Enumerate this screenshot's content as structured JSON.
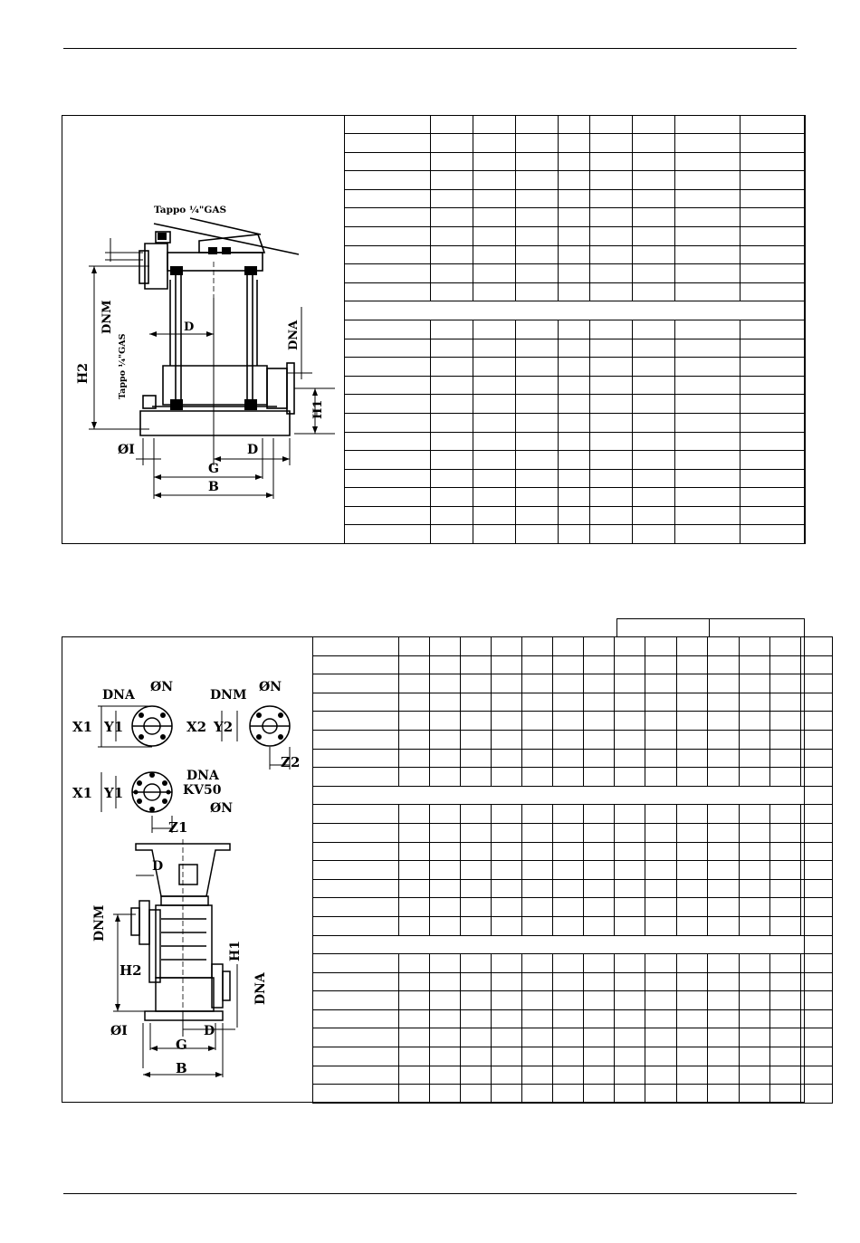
{
  "figure1": {
    "labels": {
      "plug_top": "Tappo ¼\"GAS",
      "plug_side": "Tappo ¼\"GAS",
      "dnm": "DNM",
      "dna": "DNA",
      "h2": "H2",
      "h1": "H1",
      "d_upper": "D",
      "d_lower": "D",
      "oi": "ØI",
      "g": "G",
      "b": "B"
    }
  },
  "figure2": {
    "labels": {
      "dna_top": "DNA",
      "on_1": "ØN",
      "dnm": "DNM",
      "on_2": "ØN",
      "x1": "X1",
      "y1": "Y1",
      "x2": "X2",
      "y2": "Y2",
      "z2": "Z2",
      "x1b": "X1",
      "y1b": "Y1",
      "dna_mid": "DNA",
      "kv50": "KV50",
      "on_3": "ØN",
      "z1": "Z1",
      "d_upper": "D",
      "dnm_side": "DNM",
      "h1": "H1",
      "h2": "H2",
      "dna_side": "DNA",
      "oi": "ØI",
      "d_lower": "D",
      "g": "G",
      "b": "B"
    }
  }
}
